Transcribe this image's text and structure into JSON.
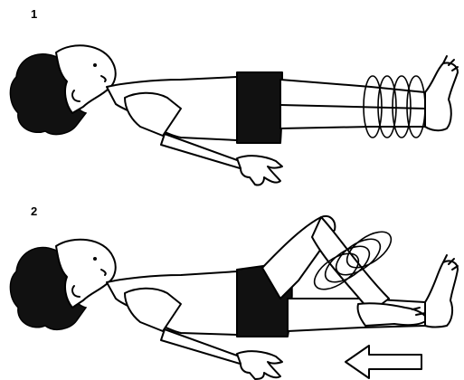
{
  "steps": [
    {
      "label": "1"
    },
    {
      "label": "2"
    }
  ],
  "colors": {
    "ink": "#000000",
    "background": "#ffffff"
  },
  "icons": [
    "head-hair",
    "hand-icon",
    "foot-icon",
    "direction-arrow-left-icon"
  ]
}
